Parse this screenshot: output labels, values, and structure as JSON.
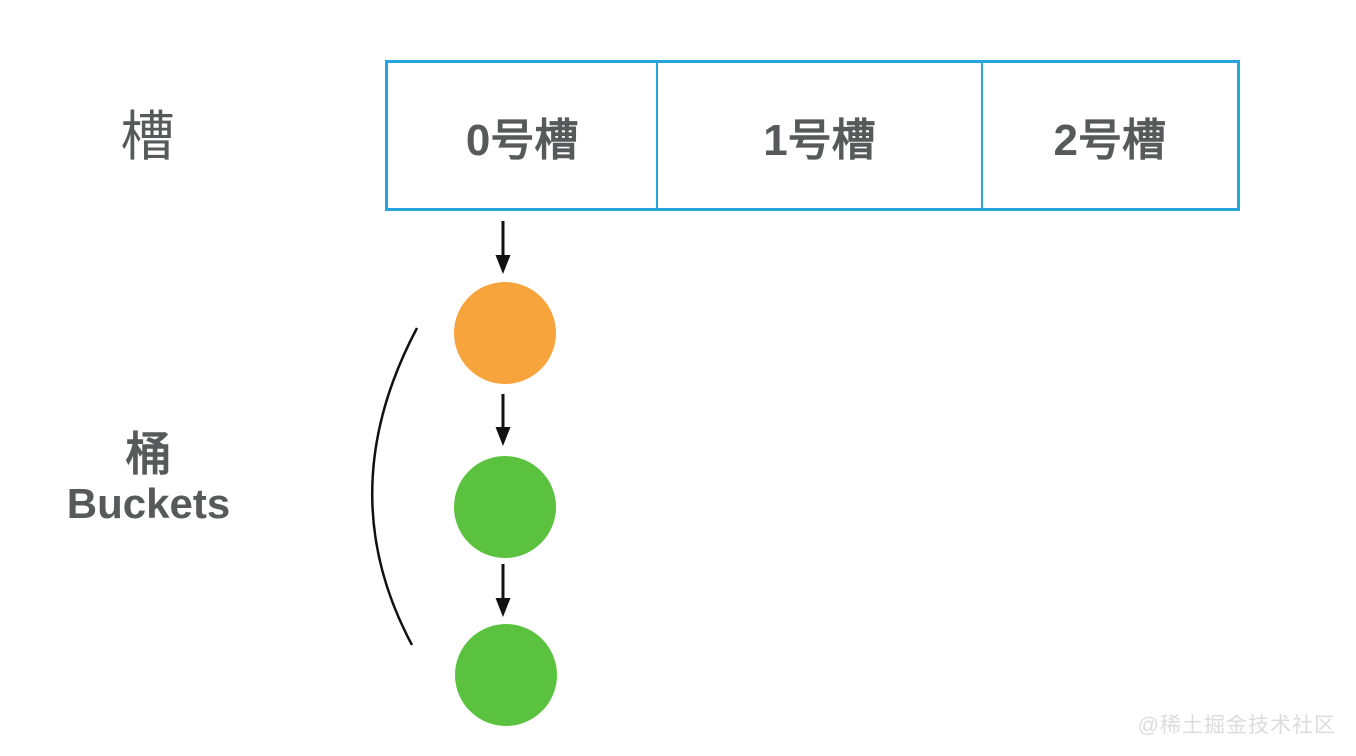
{
  "diagram": {
    "slot_row": {
      "side_label": "槽",
      "cells": [
        {
          "label": "0号槽"
        },
        {
          "label": "1号槽"
        },
        {
          "label": "2号槽"
        }
      ]
    },
    "buckets": {
      "side_label_cn": "桶",
      "side_label_en": "Buckets",
      "attached_to_slot": "0号槽",
      "nodes": [
        {
          "order": 1,
          "color_name": "orange"
        },
        {
          "order": 2,
          "color_name": "green"
        },
        {
          "order": 3,
          "color_name": "green"
        }
      ]
    },
    "watermark": "@稀土掘金技术社区"
  },
  "colors": {
    "slot-border": "#29A3DC",
    "text": "#58595B",
    "orange": "#F7A43C",
    "green": "#5BC23F",
    "arrow": "#111111",
    "watermark": "#DCDCDC"
  }
}
